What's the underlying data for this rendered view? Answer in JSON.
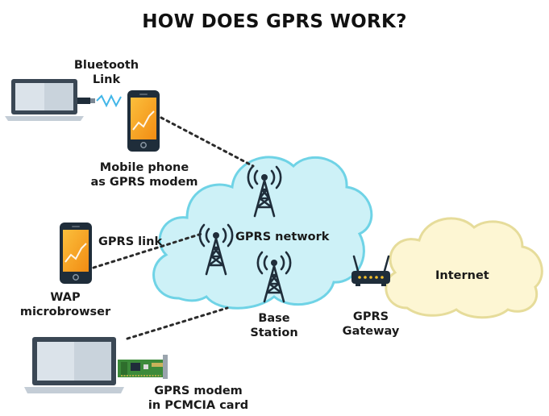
{
  "title": "HOW DOES GPRS WORK?",
  "labels": {
    "bluetooth_line1": "Bluetooth",
    "bluetooth_line2": "Link",
    "mobile_line1": "Mobile phone",
    "mobile_line2": "as GPRS modem",
    "gprs_link": "GPRS link",
    "wap_line1": "WAP",
    "wap_line2": "microbrowser",
    "gprs_network": "GPRS network",
    "base_line1": "Base",
    "base_line2": "Station",
    "gateway_line1": "GPRS",
    "gateway_line2": "Gateway",
    "internet": "Internet",
    "pcmcia_line1": "GPRS modem",
    "pcmcia_line2": "in PCMCIA card"
  },
  "colors": {
    "gprs_cloud_fill": "#cdf1f7",
    "gprs_cloud_stroke": "#6fd3e6",
    "internet_cloud_fill": "#fdf6d3",
    "internet_cloud_stroke": "#e6dc9a",
    "phone_screen": "#f6a623",
    "laptop_screen": "#c9d3dc",
    "tower": "#1f2d3a"
  },
  "icons": [
    "laptop-icon",
    "mobile-phone-icon",
    "bluetooth-dongle-icon",
    "cell-tower-icon",
    "router-icon",
    "pcmcia-card-icon",
    "cloud-icon"
  ]
}
